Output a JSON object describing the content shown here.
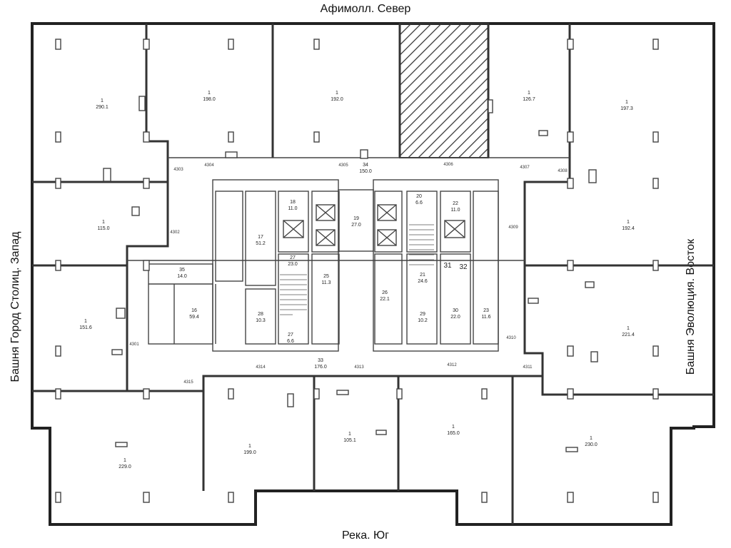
{
  "directions": {
    "north": "Афимолл. Север",
    "south": "Река. Юг",
    "west": "Башня Город Столиц. Запад",
    "east": "Башня Эволюция. Восток"
  },
  "rooms": [
    {
      "num": "1",
      "area": "290.1"
    },
    {
      "num": "1",
      "area": "198.0"
    },
    {
      "num": "1",
      "area": "192.0"
    },
    {
      "num": "1",
      "area": "126.7"
    },
    {
      "num": "1",
      "area": "197.3"
    },
    {
      "num": "34",
      "area": "150.0"
    },
    {
      "num": "1",
      "area": "115.0"
    },
    {
      "num": "1",
      "area": "192.4"
    },
    {
      "num": "1",
      "area": "151.6"
    },
    {
      "num": "1",
      "area": "221.4"
    },
    {
      "num": "1",
      "area": "229.0"
    },
    {
      "num": "1",
      "area": "199.0"
    },
    {
      "num": "1",
      "area": "105.1"
    },
    {
      "num": "1",
      "area": "165.0"
    },
    {
      "num": "1",
      "area": "230.0"
    },
    {
      "num": "33",
      "area": "176.0"
    },
    {
      "num": "17",
      "area": "51.2"
    },
    {
      "num": "18",
      "area": "11.0"
    },
    {
      "num": "19",
      "area": "27.0"
    },
    {
      "num": "20",
      "area": "6.6"
    },
    {
      "num": "22",
      "area": "11.0"
    },
    {
      "num": "27",
      "area": "23.0"
    },
    {
      "num": "25",
      "area": "11.3"
    },
    {
      "num": "26",
      "area": "22.1"
    },
    {
      "num": "21",
      "area": "24.6"
    },
    {
      "num": "28",
      "area": "10.3"
    },
    {
      "num": "29",
      "area": "10.2"
    },
    {
      "num": "30",
      "area": "22.0"
    },
    {
      "num": "23",
      "area": "11.6"
    },
    {
      "num": "35",
      "area": "14.0"
    },
    {
      "num": "16",
      "area": "59.4"
    },
    {
      "num": "27",
      "area": "6.6"
    }
  ],
  "small_rooms": [
    "31",
    "32"
  ],
  "doors": [
    "4301",
    "4302",
    "4303",
    "4304",
    "4305",
    "4306",
    "4307",
    "4308",
    "4309",
    "4310",
    "4311",
    "4312",
    "4313",
    "4314",
    "4315"
  ],
  "hatched_area_color": "#333333"
}
